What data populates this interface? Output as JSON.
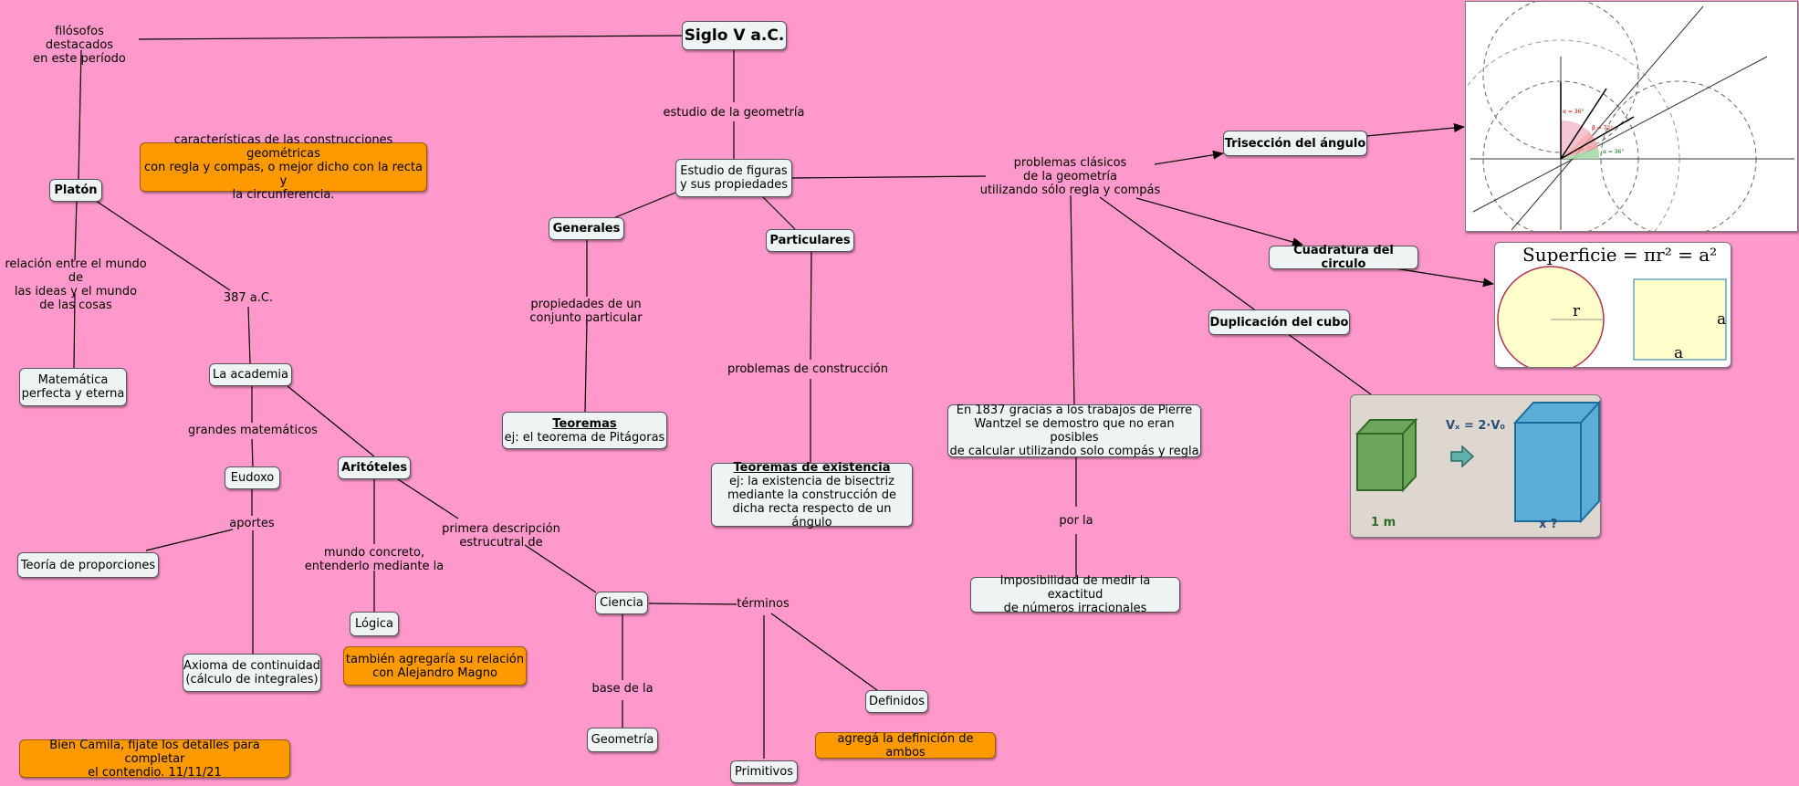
{
  "map": {
    "root": "Siglo V a.C.",
    "links": {
      "filosofos": "filósofos destacados\nen este período",
      "estudio_geometria": "estudio de la geometría",
      "relacion": "relación entre el mundo de\nlas ideas y el mundo\nde las cosas",
      "anio": "387 a.C.",
      "grandes": "grandes matemáticos",
      "aportes": "aportes",
      "mundo": "mundo concreto,\nentenderlo mediante la",
      "primera": "primera descripción\nestrucutral de",
      "base": "base de la",
      "terminos": "términos",
      "propiedades": "propiedades de un\nconjunto particular",
      "problemas_construccion": "problemas de construcción",
      "problemas_clasicos": "problemas clásicos\nde la geometría\nutilizando sólo regla y compás",
      "por_la": "por la"
    },
    "nodes": {
      "platon": "Platón",
      "matematica": "Matemática\nperfecta y eterna",
      "academia": "La academia",
      "eudoxo": "Eudoxo",
      "teoria": "Teoría de proporciones",
      "axioma": "Axioma de continuidad\n(cálculo de integrales)",
      "aristoteles": "Aritóteles",
      "logica": "Lógica",
      "ciencia": "Ciencia",
      "geometria": "Geometría",
      "primitivos": "Primitivos",
      "definidos": "Definidos",
      "estudio_figuras": "Estudio de figuras\ny sus propiedades",
      "generales": "Generales",
      "teoremas_title": "Teoremas",
      "teoremas_text": "ej: el teorema de Pitágoras",
      "particulares": "Particulares",
      "existencia_title": "Teoremas de existencia",
      "existencia_text": "ej: la existencia de bisectriz\nmediante la construcción de\ndicha recta respecto de un ángulo",
      "wantzel": "En 1837 gracias a los trabajos de Pierre\nWantzel se demostro que no eran posibles\nde calcular utilizando solo compás y regla",
      "imposibilidad": "Imposibilidad de medir la exactitud\nde números irracionales",
      "triseccion": "Trisección del ángulo",
      "cuadratura": "Cuadratura del circulo",
      "duplicacion": "Duplicación del cubo"
    },
    "notes": {
      "caracteristicas": "características de las construcciones geométricas\ncon regla y compas, o mejor dicho con la recta y\nla circunferencia.",
      "alejandro": "también agregaría su relación\ncon Alejandro Magno",
      "definicion": "agregá la definición de ambos",
      "camila": "Bien Camila, fijate los detalles para completar\nel contendio.  11/11/21"
    }
  },
  "images": {
    "triseccion": {
      "labels": [
        "α = 36°",
        "β = 72°",
        "α = 36°"
      ]
    },
    "superficie": {
      "formula": "Superficie = πr² =  a²",
      "radius": "r",
      "side": "a"
    },
    "cubo": {
      "formula": "Vₓ = 2·V₀",
      "left_label": "1 m",
      "right_label": "x ?"
    }
  },
  "colors": {
    "background": "#ff99cc",
    "node": "#eef3f3",
    "note": "#ff9900"
  }
}
